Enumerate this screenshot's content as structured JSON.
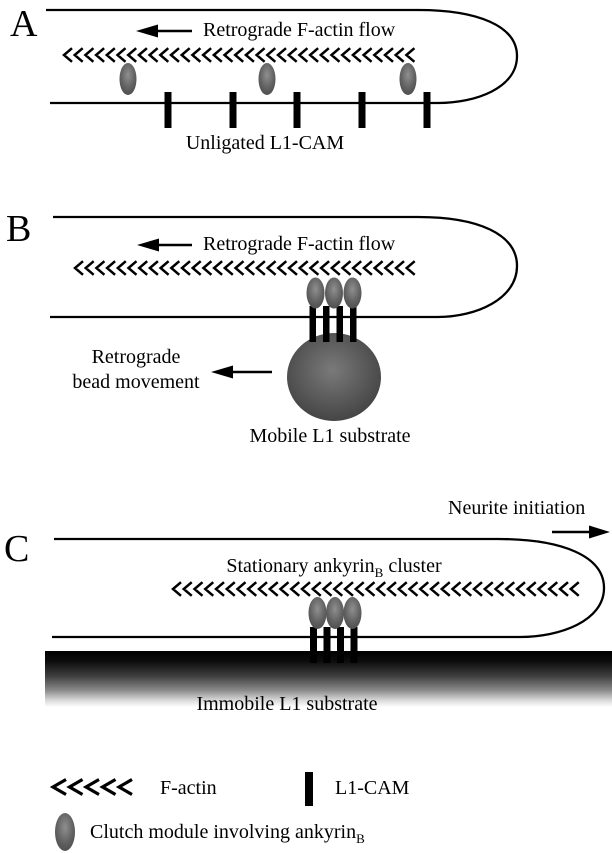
{
  "figure": {
    "panel_a": {
      "label": "A",
      "flow_label": "Retrograde F-actin flow",
      "caption": "Unligated L1-CAM",
      "chevron_count": 33
    },
    "panel_b": {
      "label": "B",
      "flow_label": "Retrograde F-actin flow",
      "movement_line1": "Retrograde",
      "movement_line2": "bead movement",
      "caption": "Mobile L1 substrate",
      "chevron_count": 32
    },
    "panel_c": {
      "label": "C",
      "neurite_label": "Neurite initiation",
      "cluster_prefix": "Stationary ankyrin",
      "cluster_sub": "B",
      "cluster_suffix": " cluster",
      "caption": "Immobile L1 substrate",
      "chevron_count": 38
    },
    "legend": {
      "chevron_count": 5,
      "f_actin": "F-actin",
      "l1_cam": "L1-CAM",
      "clutch_prefix": "Clutch module involving ankyrin",
      "clutch_sub": "B"
    },
    "colors": {
      "ink": "#000000",
      "background": "#ffffff",
      "module_center": "#8f8f8f",
      "module_edge": "#454545",
      "bead_center": "#7a7a7a",
      "bead_edge": "#3c3c3c",
      "substrate_top": "#000000",
      "substrate_bottom": "#ffffff"
    }
  }
}
